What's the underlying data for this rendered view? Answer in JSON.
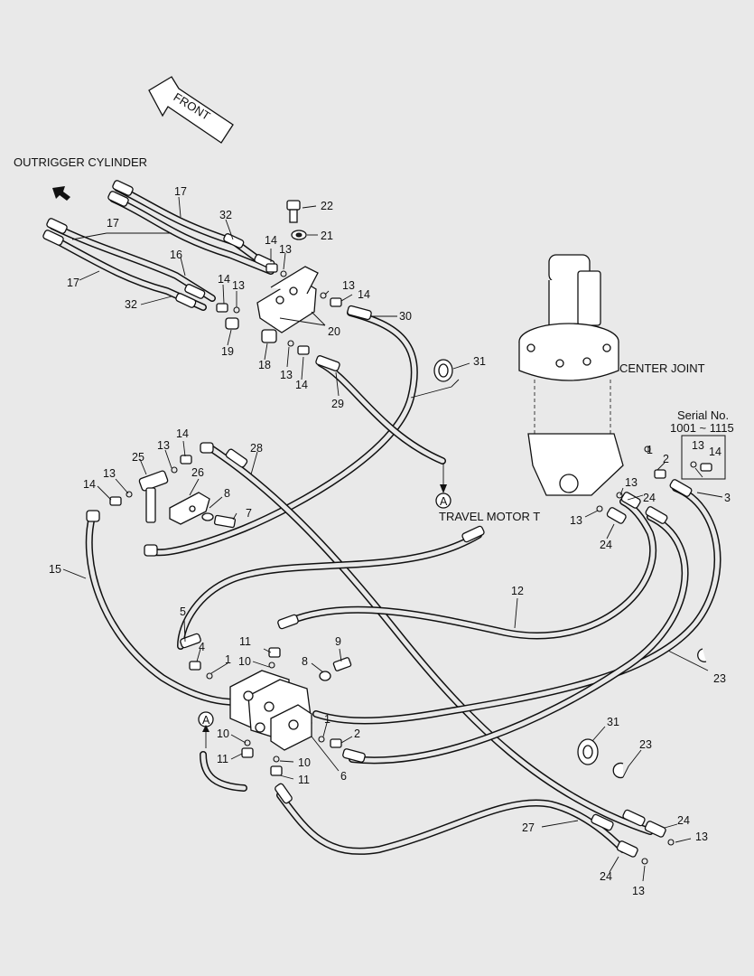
{
  "labels": {
    "front": "FRONT",
    "outrigger_cylinder": "OUTRIGGER CYLINDER",
    "center_joint": "CENTER JOINT",
    "travel_motor": "TRAVEL MOTOR  T",
    "serial_title": "Serial No.",
    "serial_range": "1001 ~ 1115",
    "ref_a_top": "A",
    "ref_a_bottom": "A"
  },
  "callouts": [
    "22",
    "21",
    "17",
    "32",
    "14",
    "13",
    "17",
    "16",
    "14",
    "13",
    "13",
    "14",
    "17",
    "32",
    "19",
    "18",
    "13",
    "20",
    "30",
    "14",
    "31",
    "29",
    "1",
    "2",
    "13",
    "14",
    "13",
    "24",
    "3",
    "13",
    "24",
    "28",
    "25",
    "14",
    "13",
    "13",
    "14",
    "26",
    "8",
    "7",
    "15",
    "12",
    "5",
    "4",
    "11",
    "10",
    "1",
    "9",
    "8",
    "23",
    "10",
    "11",
    "1",
    "2",
    "10",
    "11",
    "6",
    "31",
    "23",
    "27",
    "24",
    "13",
    "24",
    "13"
  ]
}
